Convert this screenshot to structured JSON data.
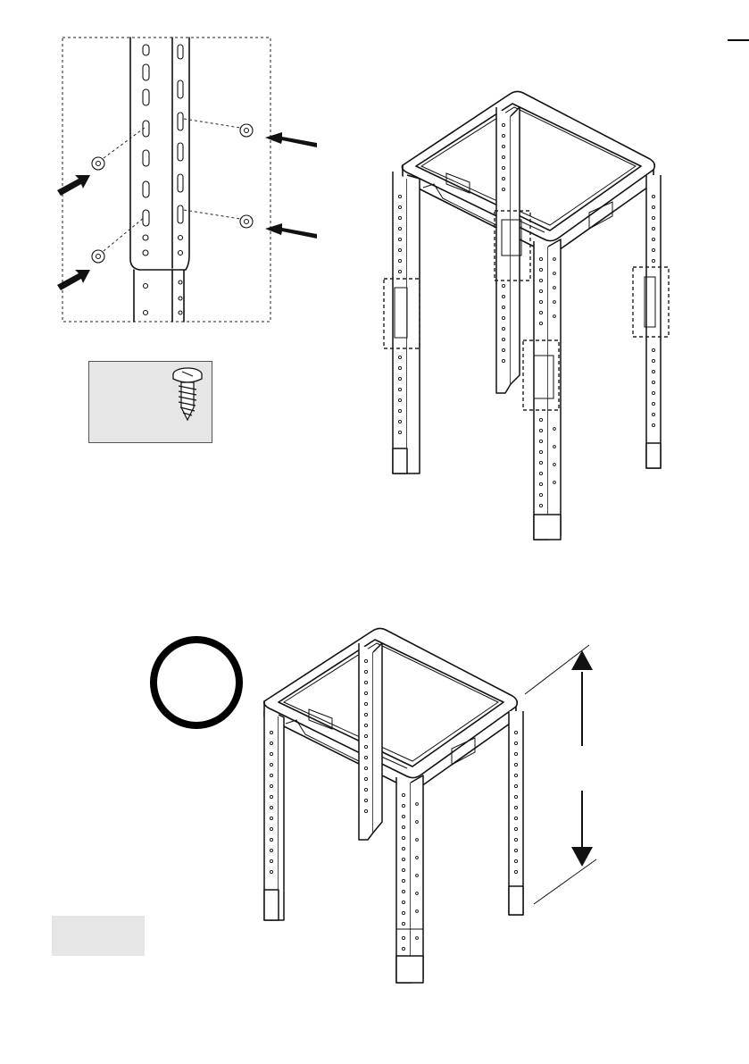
{
  "figures": {
    "detail": {
      "description_icon": "screw-insertion-detail",
      "screw_count": 4
    },
    "parts": {
      "icon": "pan-head-screw-icon",
      "background": "#e6e6e6"
    },
    "assembly_top": {
      "icon": "stand-frame-extended-icon",
      "highlight_count": 4
    },
    "assembly_bottom": {
      "icon": "stand-frame-assembled-icon",
      "ok_mark_icon": "circle-ok-icon"
    },
    "height_arrow": {
      "icon": "double-arrow-vertical-icon"
    },
    "label_placeholder": {
      "background": "#e6e6e6"
    }
  },
  "colors": {
    "line": "#111111",
    "gray_fill": "#e6e6e6",
    "ok_ring": "#000000"
  }
}
